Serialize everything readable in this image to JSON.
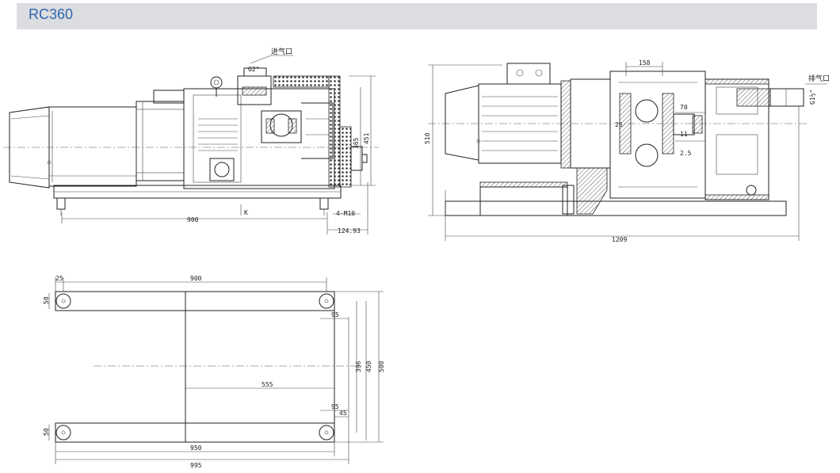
{
  "header": {
    "title": "RC360",
    "bar_color": "#dcdde1",
    "title_color": "#2f67b1"
  },
  "side_view": {
    "inlet_label": "进气口",
    "inlet_thread": "G2\"",
    "dim_length": "900",
    "dim_height_365": "365",
    "dim_height_451": "451",
    "mount_holes": "4-M10",
    "dim_offset": "124.93",
    "view_marker": "K"
  },
  "top_view": {
    "outlet_label": "排气口",
    "outlet_thread": "G1½\"",
    "dim_158": "158",
    "dim_70": "70",
    "dim_11": "11",
    "dim_2_5": "2.5",
    "dim_26": "26",
    "dim_height_510": "510",
    "dim_length_1209": "1209"
  },
  "foot_view": {
    "dim_25": "25",
    "dim_900": "900",
    "dim_50_top": "50",
    "dim_95_top": "95",
    "dim_555": "555",
    "dim_95_bottom": "95",
    "dim_45": "45",
    "dim_396": "396",
    "dim_450": "450",
    "dim_500": "500",
    "dim_50_bottom": "50",
    "dim_950": "950",
    "dim_995": "995"
  }
}
